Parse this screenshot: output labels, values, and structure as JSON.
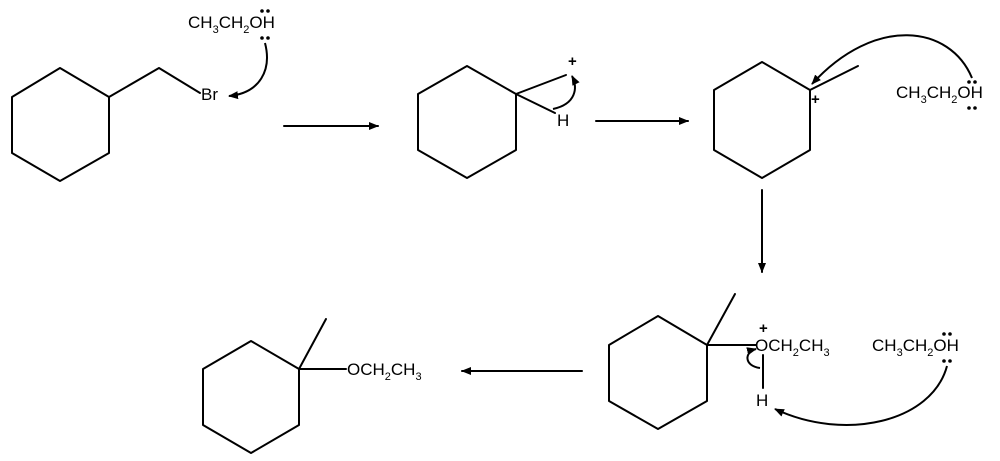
{
  "diagram": {
    "step1": {
      "nucleophile": {
        "a": "CH",
        "b": "3",
        "c": "CH",
        "d": "2",
        "o": "O",
        "h": "H"
      },
      "leaving_group": "Br"
    },
    "step2": {
      "charge": "+",
      "hydrogen": "H"
    },
    "step3": {
      "charge": "+",
      "nucleophile": {
        "a": "CH",
        "b": "3",
        "c": "CH",
        "d": "2",
        "o": "O",
        "h": "H"
      }
    },
    "step4": {
      "charge": "+",
      "oxonium": {
        "o": "O",
        "a": "CH",
        "b": "2",
        "c": "CH",
        "d": "3"
      },
      "hydrogen": "H",
      "base": {
        "a": "CH",
        "b": "3",
        "c": "CH",
        "d": "2",
        "o": "O",
        "h": "H"
      }
    },
    "product": {
      "a": "OCH",
      "b": "2",
      "c": "CH",
      "d": "3"
    },
    "colors": {
      "ink": "#000000",
      "background": "#ffffff"
    }
  }
}
